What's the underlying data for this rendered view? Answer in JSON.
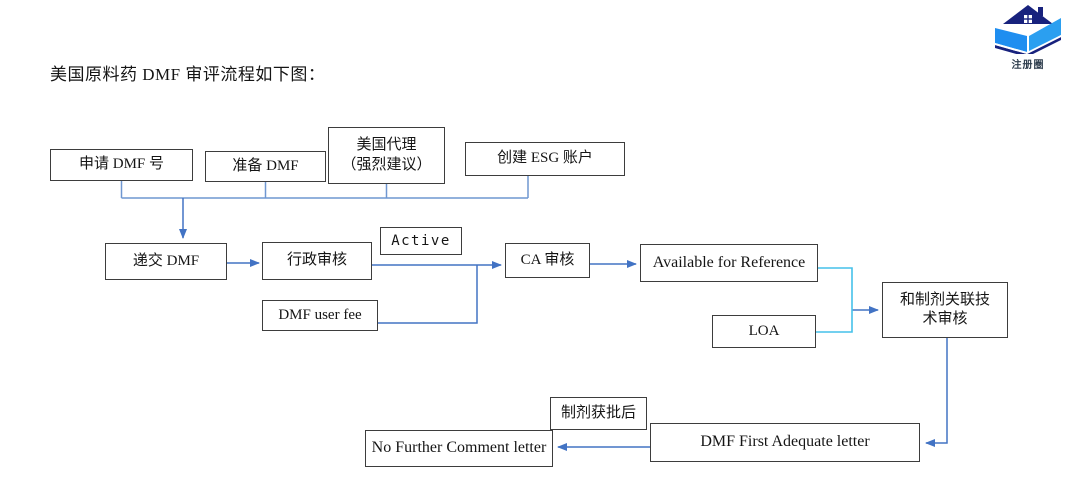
{
  "page": {
    "title": "美国原料药 DMF 审评流程如下图："
  },
  "logo": {
    "text": "注册圈",
    "icon": "open-book-with-house-roof",
    "colors": {
      "navy": "#18227d",
      "blue": "#2196f3"
    }
  },
  "colors": {
    "line_blue": "#4273c4",
    "row1_line_blue": "#6f97d1",
    "bracket_light_blue": "#45c1ea",
    "box_border": "#3d3d3d"
  },
  "flowchart": {
    "nodes": {
      "apply_dmf": {
        "label": "申请 DMF 号"
      },
      "prepare_dmf": {
        "label": "准备 DMF"
      },
      "us_agent": {
        "label": "美国代理\n（强烈建议）"
      },
      "create_esg": {
        "label": "创建 ESG 账户"
      },
      "submit_dmf": {
        "label": "递交 DMF"
      },
      "admin_review": {
        "label": "行政审核"
      },
      "active": {
        "label": "Active"
      },
      "dmf_user_fee": {
        "label": "DMF user fee"
      },
      "ca_review": {
        "label": "CA 审核"
      },
      "available_ref": {
        "label": "Available for Reference"
      },
      "loa": {
        "label": "LOA"
      },
      "tech_review": {
        "label": "和制剂关联技\n术审核"
      },
      "after_approval": {
        "label": "制剂获批后"
      },
      "first_adequate": {
        "label": "DMF First Adequate letter"
      },
      "no_further": {
        "label": "No Further Comment letter"
      }
    },
    "edges": [
      {
        "from": "申请 DMF 号",
        "to": "递交 DMF",
        "arrow": true,
        "style": "merge-bus"
      },
      {
        "from": "准备 DMF",
        "to": "递交 DMF",
        "arrow": true,
        "style": "merge-bus"
      },
      {
        "from": "美国代理（强烈建议）",
        "to": "递交 DMF",
        "arrow": true,
        "style": "merge-bus"
      },
      {
        "from": "创建 ESG 账户",
        "to": "递交 DMF",
        "arrow": true,
        "style": "merge-bus"
      },
      {
        "from": "递交 DMF",
        "to": "行政审核",
        "arrow": true
      },
      {
        "from": "行政审核",
        "to": "CA 审核",
        "arrow": true,
        "label_above": "Active"
      },
      {
        "from": "DMF user fee",
        "to": "行政审核→CA 审核 line",
        "arrow": false
      },
      {
        "from": "CA 审核",
        "to": "Available for Reference",
        "arrow": true
      },
      {
        "from": "Available for Reference",
        "to": "和制剂关联技术审核",
        "arrow": true,
        "style": "light-blue-bracket"
      },
      {
        "from": "LOA",
        "to": "和制剂关联技术审核",
        "arrow": true,
        "style": "light-blue-bracket"
      },
      {
        "from": "和制剂关联技术审核",
        "to": "DMF First Adequate letter",
        "arrow": true
      },
      {
        "from": "DMF First Adequate letter",
        "to": "No Further Comment letter",
        "arrow": true,
        "label_above": "制剂获批后"
      }
    ]
  }
}
